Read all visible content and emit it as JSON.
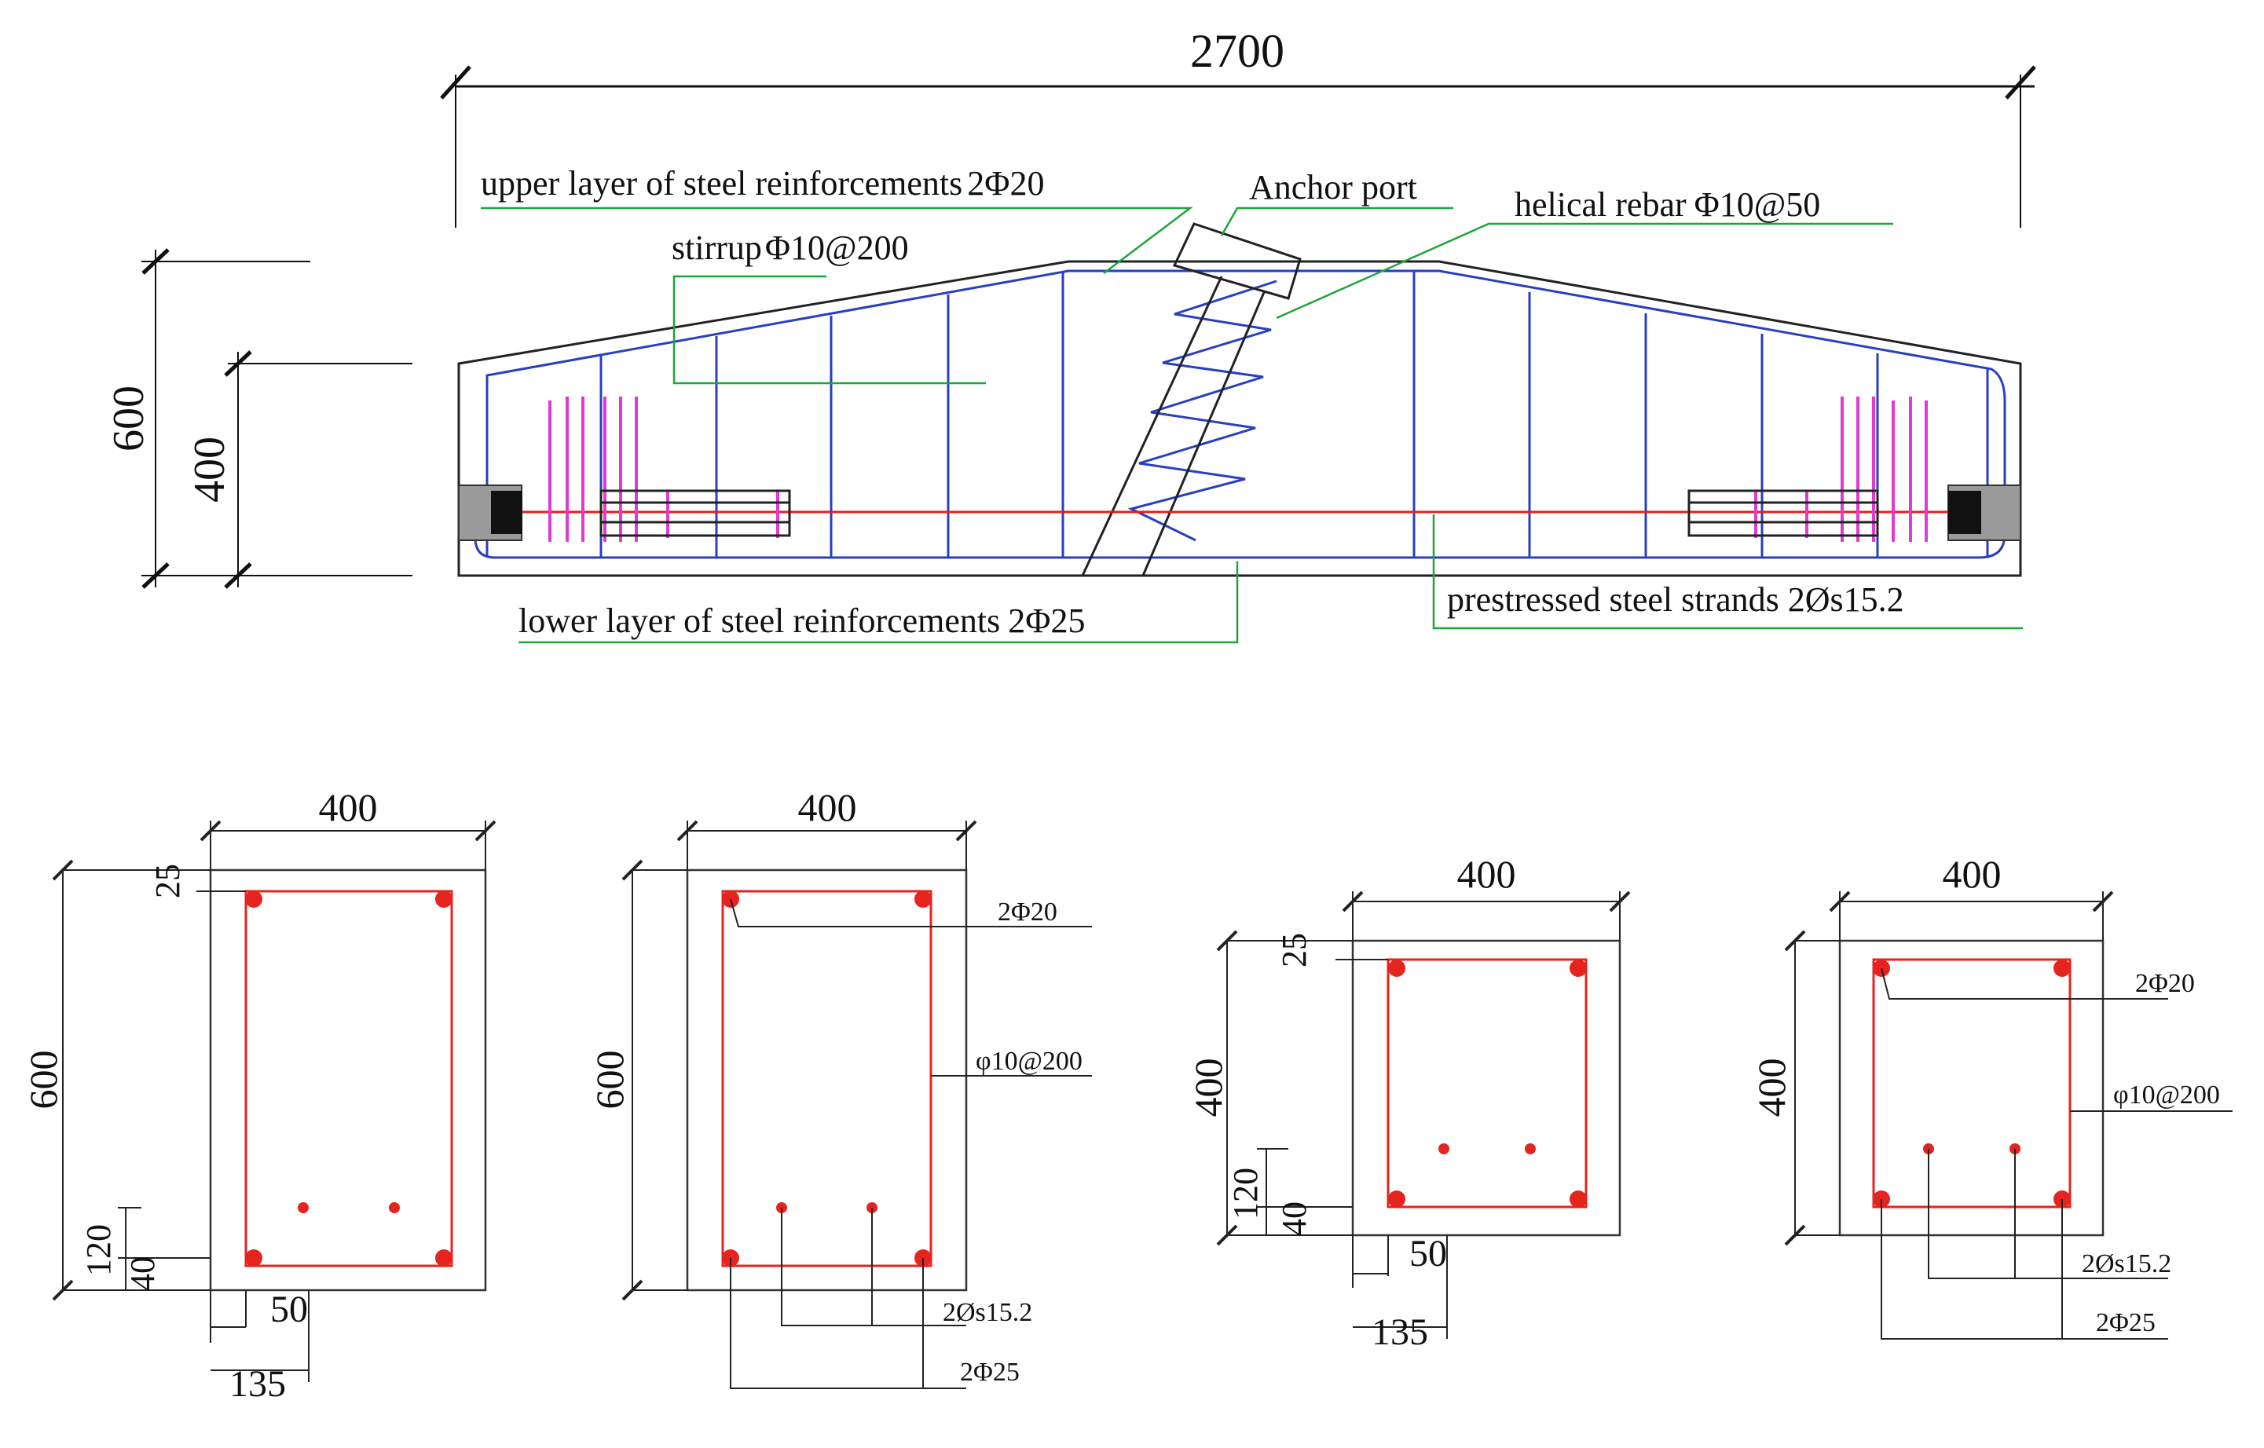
{
  "colors": {
    "outline": "#222222",
    "stirrup_blue": "#2a3fbf",
    "strand_red": "#e0201c",
    "leader_green": "#1ca53a",
    "anchor_magenta": "#e23ad0",
    "section_red": "#e5231f"
  },
  "elevation": {
    "overall_length": "2700",
    "height_outer": "600",
    "height_inner": "400",
    "labels": {
      "upper_prefix": "upper layer of steel reinforcements",
      "upper_value": "2Φ20",
      "anchor_port": "Anchor port",
      "helical_prefix": "helical rebar",
      "helical_value": "Φ10@50",
      "stirrup_prefix": "stirrup",
      "stirrup_value": "Φ10@200",
      "lower_prefix": "lower layer of steel reinforcements",
      "lower_value": "2Φ25",
      "strands": "prestressed steel strands 2Øs15.2"
    }
  },
  "sections": [
    {
      "width": "400",
      "height": "600",
      "cover_top": "25",
      "strand_height": "120",
      "cover_bottom": "40",
      "edge_offset": "50",
      "strand_offset": "135"
    },
    {
      "width": "400",
      "height": "600",
      "top_bars": "2Φ20",
      "stirrup": "φ10@200",
      "strands": "2Øs15.2",
      "bottom_bars": "2Φ25"
    },
    {
      "width": "400",
      "height": "400",
      "cover_top": "25",
      "strand_height": "120",
      "cover_bottom": "40",
      "edge_offset": "50",
      "strand_offset": "135"
    },
    {
      "width": "400",
      "height": "400",
      "top_bars": "2Φ20",
      "stirrup": "φ10@200",
      "strands": "2Øs15.2",
      "bottom_bars": "2Φ25"
    }
  ]
}
